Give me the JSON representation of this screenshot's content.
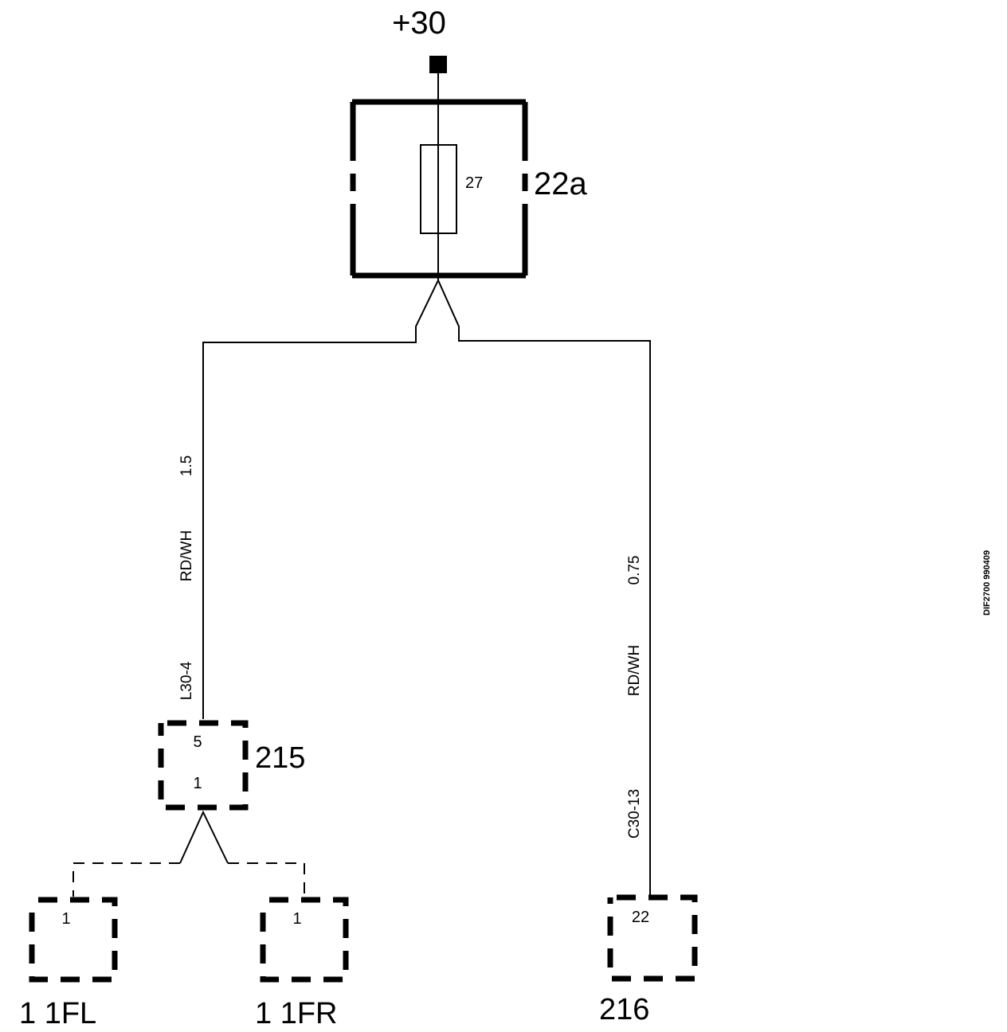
{
  "power": {
    "terminal_label": "+30"
  },
  "fuse_box": {
    "id": "22a",
    "fuse_number": "27"
  },
  "left_branch": {
    "wire_size": "1.5",
    "wire_color": "RD/WH",
    "splice_id": "L30-4"
  },
  "right_branch": {
    "wire_size": "0.75",
    "wire_color": "RD/WH",
    "connector_pin_ref": "C30-13"
  },
  "connector_215": {
    "id": "215",
    "pin_in": "5",
    "pin_out": "1"
  },
  "connector_11fl": {
    "id": "1 1FL",
    "pin": "1"
  },
  "connector_11fr": {
    "id": "1 1FR",
    "pin": "1"
  },
  "connector_216": {
    "id": "216",
    "pin": "22"
  },
  "drawing_code": "DIF2700 990409"
}
